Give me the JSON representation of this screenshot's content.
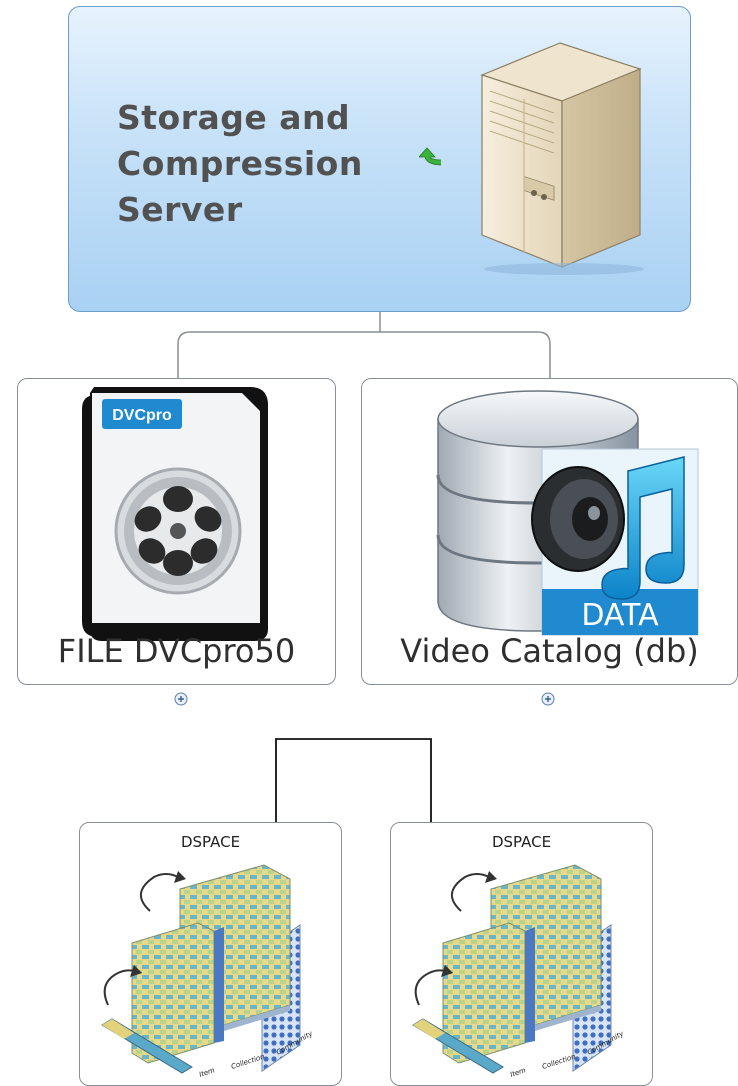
{
  "root": {
    "title": "Storage and\nCompression\nServer",
    "icons": [
      "server-icon",
      "up-arrow-icon"
    ]
  },
  "children": [
    {
      "label": "FILE DVCpro50",
      "icon": "dvcpro-file-icon",
      "badge": "DVCpro"
    },
    {
      "label": "Video Catalog (db)",
      "icon": "database-audio-icon",
      "badge": "DATA"
    }
  ],
  "grandchildren": [
    {
      "title": "DSPACE",
      "captions": [
        "Item",
        "Collection",
        "Community"
      ]
    },
    {
      "title": "DSPACE",
      "captions": [
        "Item",
        "Collection",
        "Community"
      ]
    }
  ],
  "colors": {
    "root_fill": "#b9dbf6",
    "root_border": "#6f9cc8",
    "node_border": "#8a8f96",
    "arrow_green": "#3bb23b",
    "data_blue": "#1f8ad0"
  }
}
